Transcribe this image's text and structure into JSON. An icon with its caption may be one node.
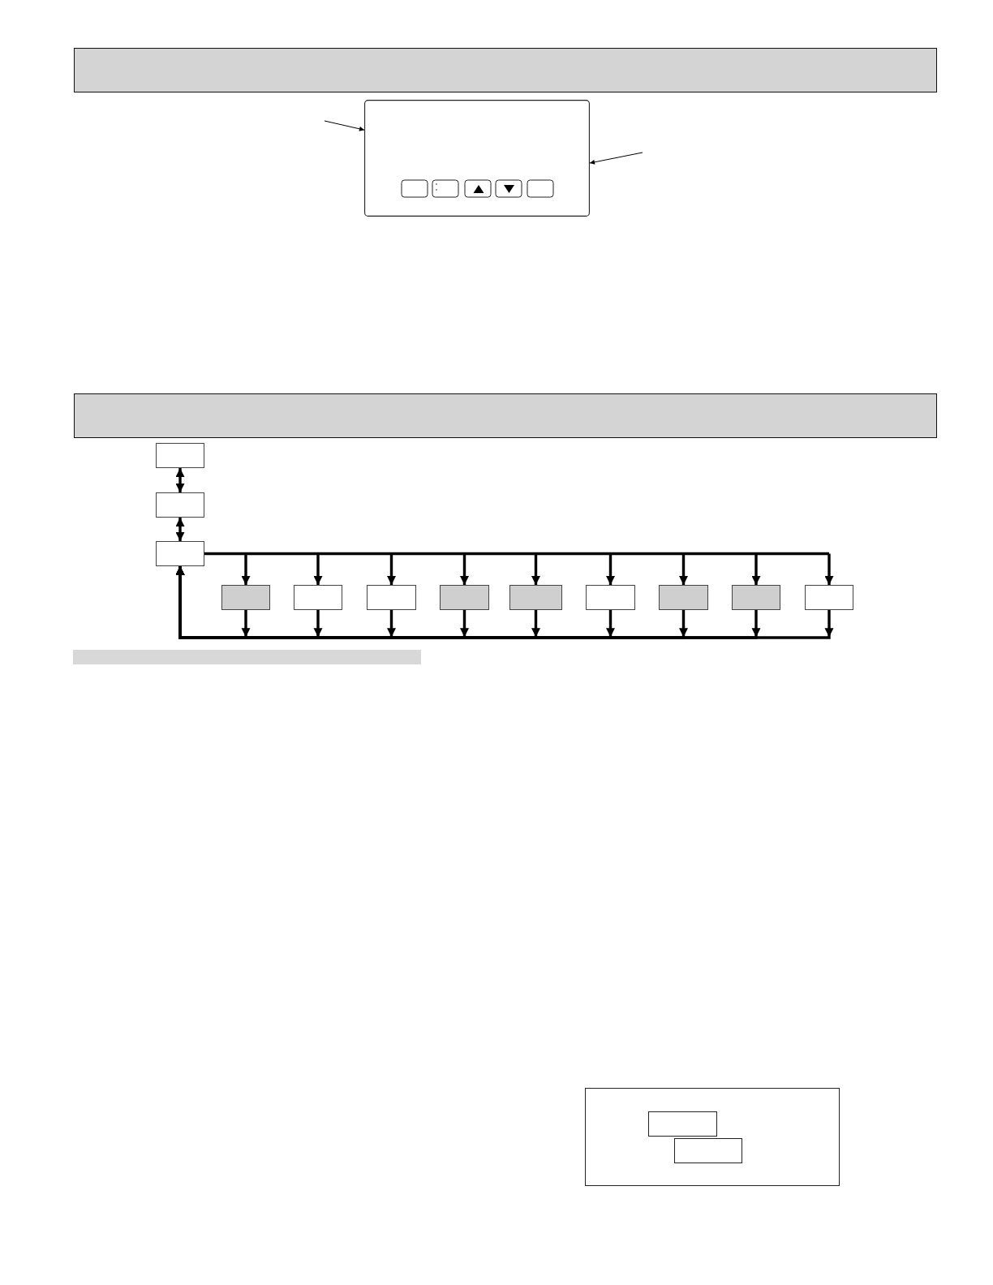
{
  "diagram": {
    "nodes": [
      {
        "text": [],
        "shape": "bar"
      },
      {
        "text": [],
        "shape": "picture"
      },
      {
        "text": [],
        "shape": "bar"
      },
      {
        "text": [],
        "shape": "box"
      },
      {
        "text": [],
        "shape": "box"
      },
      {
        "text": [],
        "shape": "box"
      },
      {
        "text": [],
        "shape": "box"
      },
      {
        "text": [],
        "shape": "box"
      },
      {
        "text": [],
        "shape": "box"
      },
      {
        "text": [],
        "shape": "box"
      },
      {
        "text": [],
        "shape": "box"
      },
      {
        "text": [],
        "shape": "box"
      },
      {
        "text": [],
        "shape": "box"
      },
      {
        "text": [],
        "shape": "box"
      },
      {
        "text": [],
        "shape": "box"
      },
      {
        "text": [],
        "shape": "bar"
      },
      {
        "text": [],
        "shape": "box"
      },
      {
        "text": [],
        "shape": "box",
        "in": 16
      },
      {
        "text": [],
        "shape": "box",
        "in": 16
      }
    ],
    "edges": [
      {
        "from": null,
        "to": 1,
        "arrow": "to"
      },
      {
        "from": null,
        "to": 1,
        "arrow": "to"
      },
      {
        "from": 3,
        "to": 4,
        "arrow": "both"
      },
      {
        "from": 4,
        "to": 5,
        "arrow": "both"
      },
      {
        "from": 5,
        "to": 6,
        "arrow": "to"
      },
      {
        "from": 5,
        "to": 7,
        "arrow": "to"
      },
      {
        "from": 5,
        "to": 8,
        "arrow": "to"
      },
      {
        "from": 5,
        "to": 9,
        "arrow": "to"
      },
      {
        "from": 5,
        "to": 10,
        "arrow": "to"
      },
      {
        "from": 5,
        "to": 11,
        "arrow": "to"
      },
      {
        "from": 5,
        "to": 12,
        "arrow": "to"
      },
      {
        "from": 5,
        "to": 13,
        "arrow": "to"
      },
      {
        "from": 5,
        "to": 14,
        "arrow": "to"
      },
      {
        "from": 6,
        "to": 5,
        "arrow": "to"
      },
      {
        "from": 7,
        "to": 5,
        "arrow": "to"
      },
      {
        "from": 8,
        "to": 5,
        "arrow": "to"
      },
      {
        "from": 9,
        "to": 5,
        "arrow": "to"
      },
      {
        "from": 10,
        "to": 5,
        "arrow": "to"
      },
      {
        "from": 11,
        "to": 5,
        "arrow": "to"
      },
      {
        "from": 12,
        "to": 5,
        "arrow": "to"
      },
      {
        "from": 13,
        "to": 5,
        "arrow": "to"
      },
      {
        "from": 14,
        "to": 5,
        "arrow": "to"
      }
    ]
  }
}
